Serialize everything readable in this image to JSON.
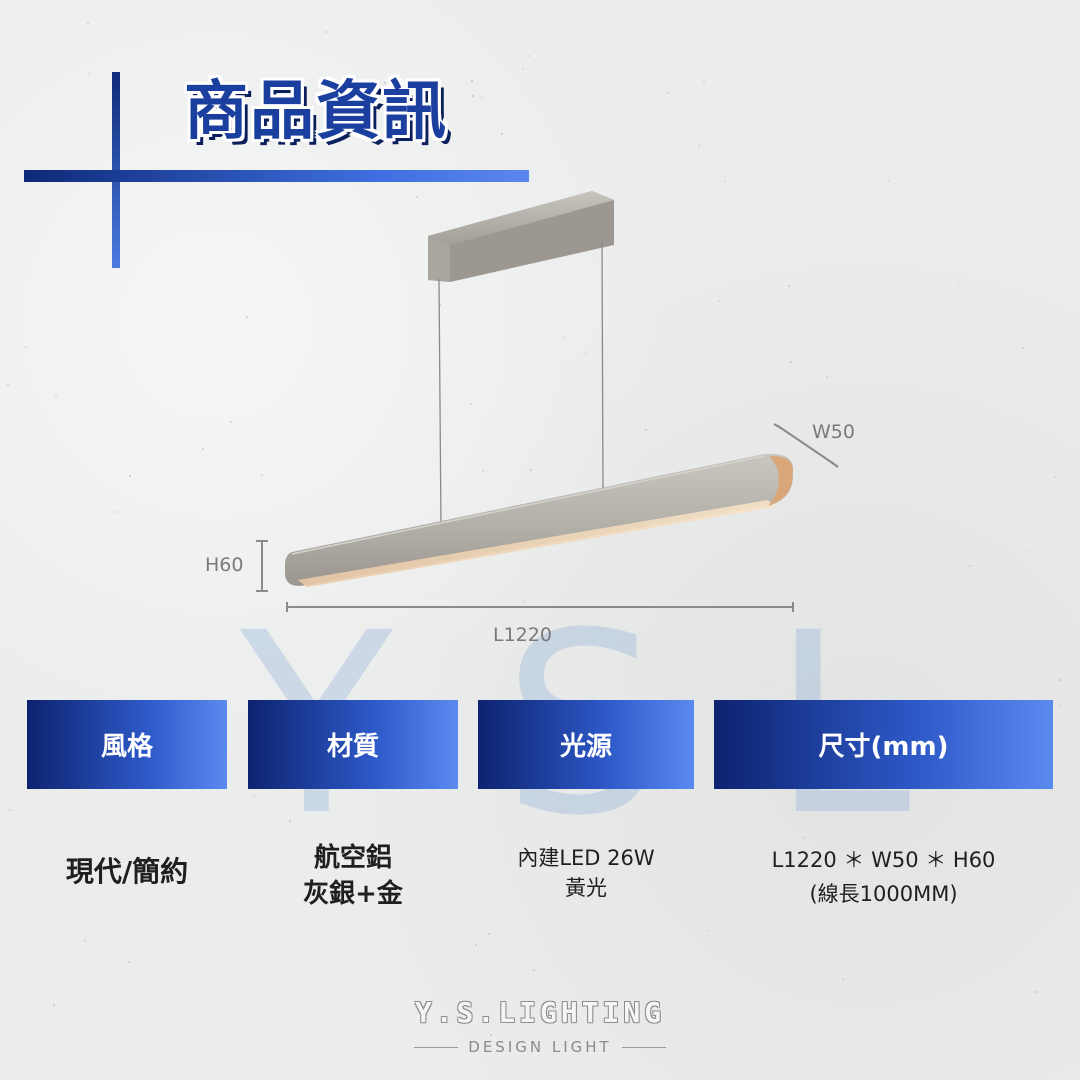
{
  "header": {
    "title": "商品資訊"
  },
  "watermark": {
    "text": "YSL"
  },
  "dimensions": {
    "width_label": "W50",
    "height_label": "H60",
    "length_label": "L1220"
  },
  "specs": [
    {
      "label": "風格",
      "value_lines": [
        "現代/簡約"
      ]
    },
    {
      "label": "材質",
      "value_lines": [
        "航空鋁",
        "灰銀+金"
      ]
    },
    {
      "label": "光源",
      "value_lines": [
        "內建LED 26W",
        "黃光"
      ]
    },
    {
      "label": "尺寸(mm)",
      "value_lines": [
        "L1220 ＊ W50 ＊ H60",
        "(線長1000MM)"
      ]
    }
  ],
  "logo": {
    "name": "Y.S.LIGHTING",
    "tagline": "DESIGN LIGHT"
  },
  "colors": {
    "accent_dark": "#0d2370",
    "accent_light": "#5a8af0",
    "title": "#1a3f9f"
  }
}
